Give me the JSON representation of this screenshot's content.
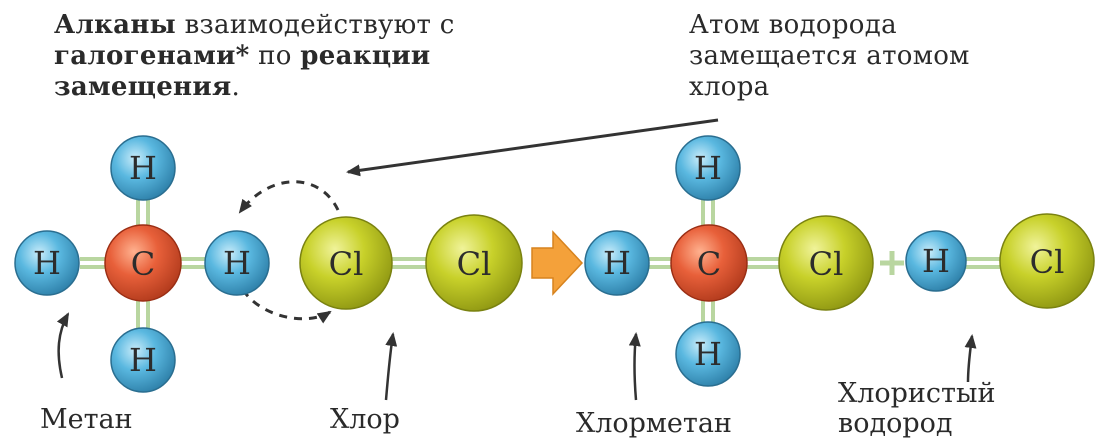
{
  "caption_left": {
    "line1_bold": "Алканы",
    "line1_rest": " взаимодействуют с",
    "line2_bold": "галогенами*",
    "line2_mid": " по ",
    "line2_bold2": "реакции",
    "line3_bold": "замещения",
    "line3_rest": "."
  },
  "caption_right": {
    "line1": "Атом водорода",
    "line2": "замещается атомом",
    "line3": "хлора"
  },
  "atoms": {
    "h": "H",
    "c": "C",
    "cl": "Cl"
  },
  "labels": {
    "methane": "Метан",
    "chlorine": "Хлор",
    "chloromethane": "Хлорметан",
    "hcl_line1": "Хлористый",
    "hcl_line2": "водород"
  },
  "colors": {
    "hydrogen": "#5ab8e0",
    "carbon": "#e8603a",
    "chlorine": "#c8d12a",
    "arrow": "#f4a13a",
    "bond": "#b9d6a0",
    "text": "#2a2a2a"
  }
}
